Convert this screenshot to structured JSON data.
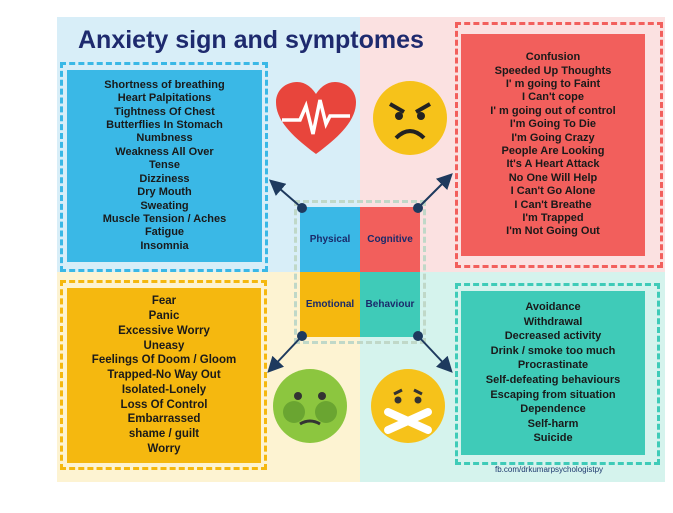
{
  "title": "Anxiety sign and symptomes",
  "credit": "fb.com/drkumarpsychologistpy",
  "center": {
    "physical": "Physical",
    "cognitive": "Cognitive",
    "emotional": "Emotional",
    "behaviour": "Behaviour"
  },
  "physical": [
    "Shortness of breathing",
    "Heart Palpitations",
    "Tightness Of Chest",
    "Butterflies In Stomach",
    "Numbness",
    "Weakness All Over",
    "Tense",
    "Dizziness",
    "Dry Mouth",
    "Sweating",
    "Muscle Tension / Aches",
    "Fatigue",
    "Insomnia"
  ],
  "cognitive": [
    "Confusion",
    "Speeded Up Thoughts",
    "I' m going to Faint",
    "I Can't cope",
    "I' m going out of control",
    "I'm Going To Die",
    "I'm Going Crazy",
    "People Are Looking",
    "It's A Heart Attack",
    "No One Will Help",
    "I Can't Go Alone",
    "I Can't Breathe",
    "I'm Trapped",
    "I'm Not Going Out"
  ],
  "emotional": [
    "Fear",
    "Panic",
    "Excessive Worry",
    "Uneasy",
    "Feelings Of Doom / Gloom",
    "Trapped-No Way Out",
    "Isolated-Lonely",
    "Loss Of Control",
    "Embarrassed",
    "shame / guilt",
    "Worry"
  ],
  "behaviour": [
    "Avoidance",
    "Withdrawal",
    "Decreased activity",
    "Drink / smoke too much",
    "Procrastinate",
    "Self-defeating behaviours",
    "Escaping from situation",
    "Dependence",
    "Self-harm",
    "Suicide"
  ],
  "colors": {
    "blue": "#3ab8e6",
    "red": "#f25f5c",
    "yellow": "#f5b80f",
    "teal": "#3fcbb8"
  }
}
